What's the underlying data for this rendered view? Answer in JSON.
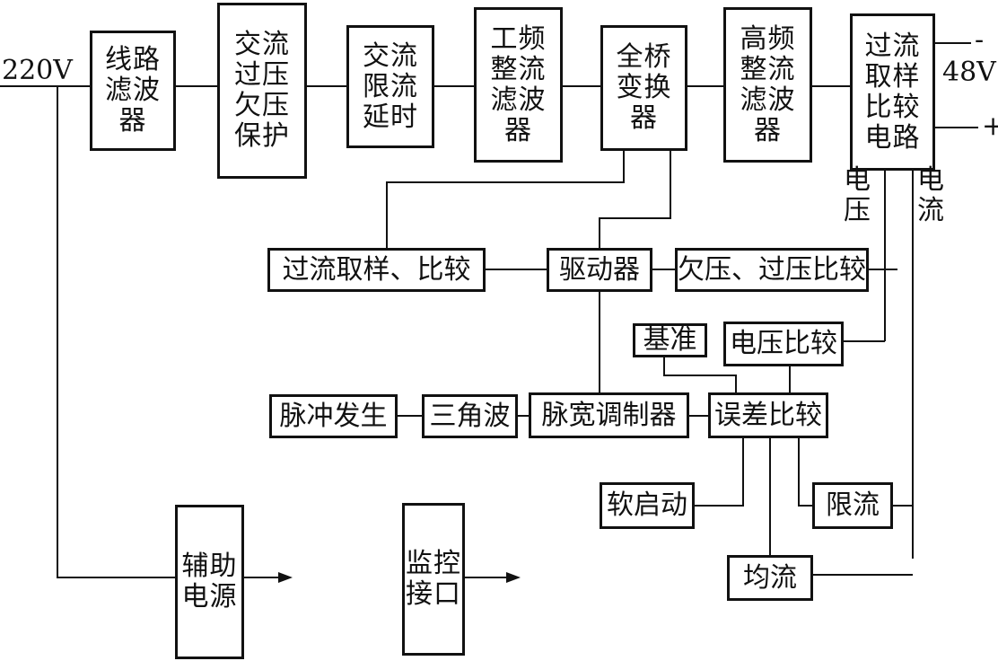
{
  "input": {
    "voltage": "220V"
  },
  "output": {
    "voltage": "48V",
    "neg_sign": "-",
    "pos_sign": "+"
  },
  "signals": {
    "voltage": "电\n压",
    "current": "电\n流"
  },
  "blocks": {
    "line_filter": "线路\n滤波\n器",
    "ac_protect": "交流\n过压\n欠压\n保护",
    "ac_limit_delay": "交流\n限流\n延时",
    "lf_rectifier": "工频\n整流\n滤波\n器",
    "full_bridge": "全桥\n变换\n器",
    "hf_rectifier": "高频\n整流\n滤波\n器",
    "oc_sample_cmp": "过流\n取样\n比较\n电路",
    "oc_sample_compare": "过流取样、比较",
    "driver": "驱动器",
    "uv_ov_compare": "欠压、过压比较",
    "reference": "基准",
    "voltage_compare": "电压比较",
    "pulse_gen": "脉冲发生",
    "triangle": "三角波",
    "pwm": "脉宽调制器",
    "error_compare": "误差比较",
    "soft_start": "软启动",
    "current_limit": "限流",
    "current_share": "均流",
    "aux_power": "辅助\n电源",
    "monitor": "监控\n接口"
  }
}
